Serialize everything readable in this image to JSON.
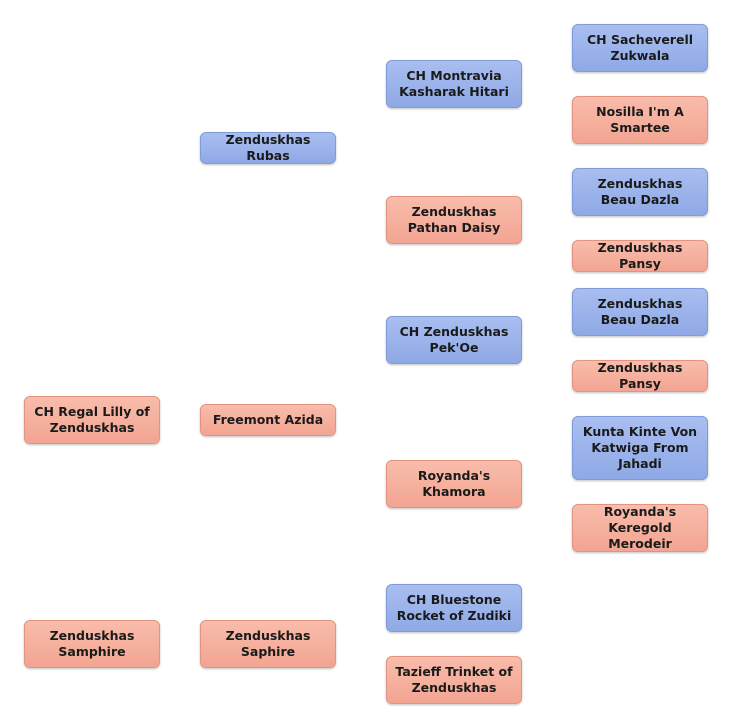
{
  "colors": {
    "male": "#9ab2ea",
    "female": "#f5ad9a"
  },
  "nodes": {
    "g0_a": "CH Regal Lilly of Zenduskhas",
    "g0_b": "Zenduskhas Samphire",
    "g1_sire": "Zenduskhas Rubas",
    "g1_dam": "Freemont Azida",
    "g1_b": "Zenduskhas Saphire",
    "g2_1": "CH Montravia Kasharak Hitari",
    "g2_2": "Zenduskhas Pathan Daisy",
    "g2_3": "CH Zenduskhas Pek'Oe",
    "g2_4": "Royanda's Khamora",
    "g2_5": "CH Bluestone Rocket of Zudiki",
    "g2_6": "Tazieff Trinket of Zenduskhas",
    "g3_1": "CH Sacheverell Zukwala",
    "g3_2": "Nosilla I'm A Smartee",
    "g3_3": "Zenduskhas Beau Dazla",
    "g3_4": "Zenduskhas Pansy",
    "g3_5": "Zenduskhas Beau Dazla",
    "g3_6": "Zenduskhas Pansy",
    "g3_7": "Kunta Kinte Von Katwiga From Jahadi",
    "g3_8": "Royanda's Keregold Merodeir"
  }
}
